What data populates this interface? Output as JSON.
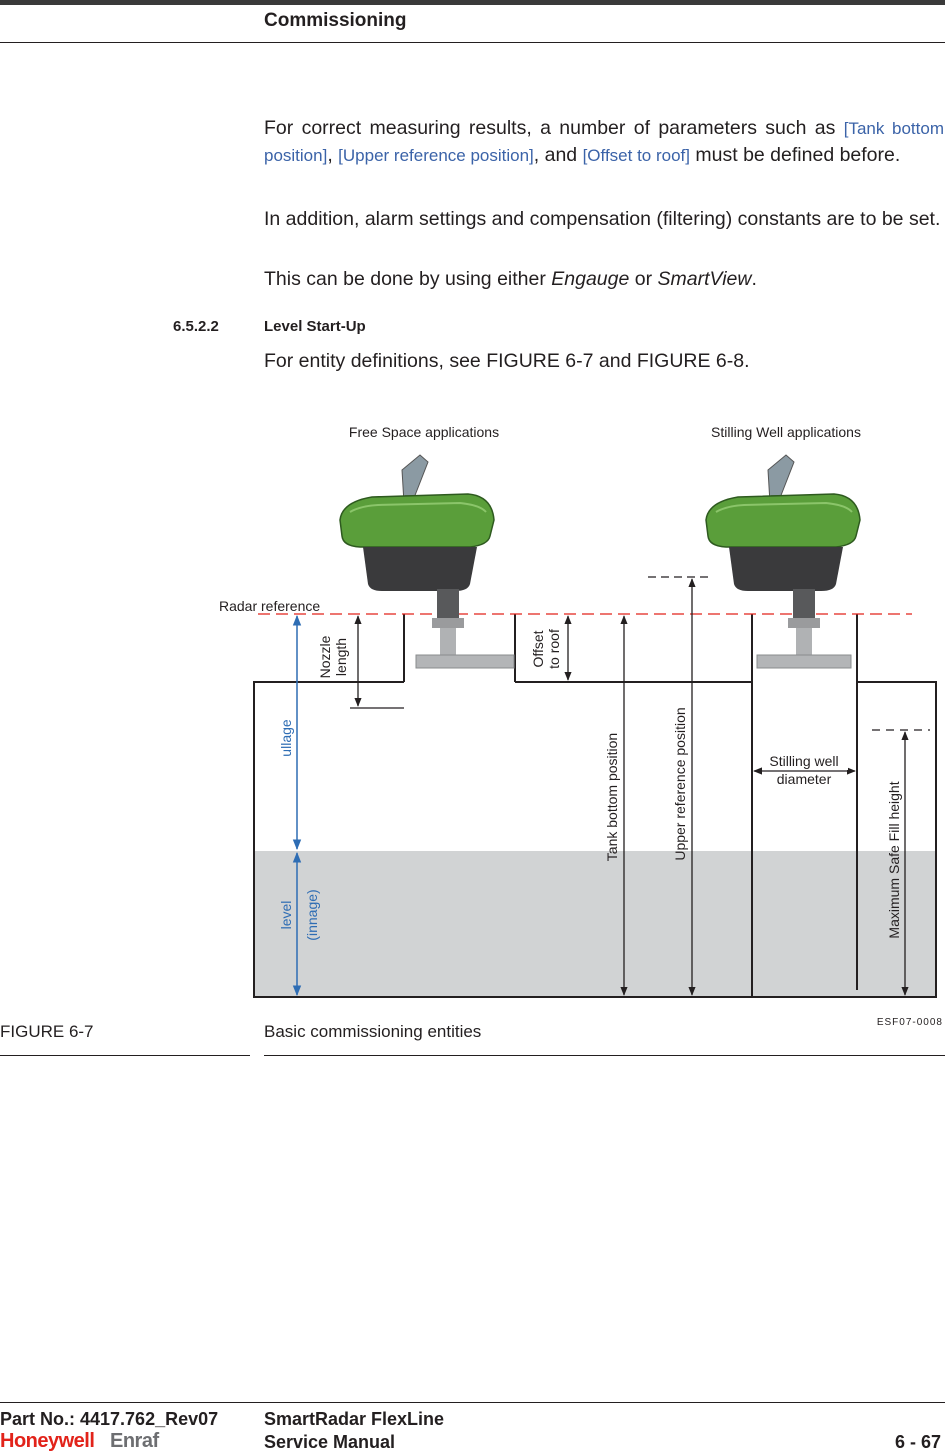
{
  "header": {
    "title": "Commissioning"
  },
  "body": {
    "p1_a": "For correct measuring results, a number of parameters such as ",
    "p1_param1": "[Tank bottom position]",
    "p1_b": ", ",
    "p1_param2": "[Upper reference position]",
    "p1_c": ", and ",
    "p1_param3": "[Offset to roof]",
    "p1_d": " must be defined before.",
    "p2": "In addition, alarm settings and compensation (filtering) constants are to be set.",
    "p3_a": "This can be done by using either ",
    "p3_engauge": "Engauge",
    "p3_b": " or ",
    "p3_smartview": "SmartView",
    "p3_c": ".",
    "section_number": "6.5.2.2",
    "section_title": "Level Start-Up",
    "p4": "For entity definitions, see FIGURE 6-7 and FIGURE 6-8."
  },
  "figure": {
    "label_free_space": "Free Space applications",
    "label_stilling_well": "Stilling Well applications",
    "label_radar_reference": "Radar reference",
    "label_nozzle_1": "Nozzle",
    "label_nozzle_2": "length",
    "label_offset_1": "Offset",
    "label_offset_2": "to roof",
    "label_ullage": "ullage",
    "label_level_1": "level",
    "label_level_2": "(innage)",
    "label_tank_bottom": "Tank bottom position",
    "label_upper_reference": "Upper reference position",
    "label_stilling_diam_1": "Stilling well",
    "label_stilling_diam_2": "diameter",
    "label_max_fill": "Maximum Safe Fill height",
    "code": "ESF07-0008",
    "colors": {
      "blue": "#2e6db4",
      "red": "#e2231a",
      "liquid": "#d1d3d4",
      "gauge_green": "#5a9e3a"
    }
  },
  "caption": {
    "label": "FIGURE  6-7",
    "text": "Basic commissioning entities"
  },
  "footer": {
    "part_no": "Part No.: 4417.762_Rev07",
    "product": "SmartRadar FlexLine",
    "manual": "Service Manual",
    "page": "6 - 67",
    "logo_honeywell": "Honeywell",
    "logo_enraf": "Enraf"
  }
}
